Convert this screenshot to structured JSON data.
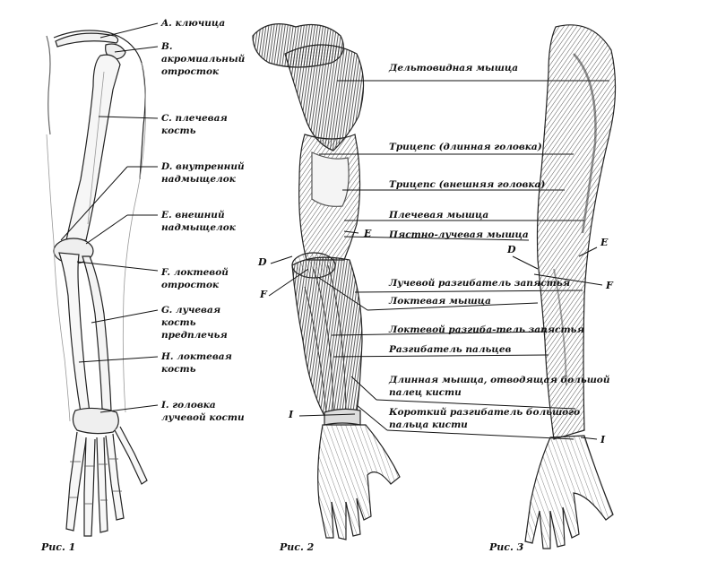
{
  "fig1": {
    "caption": "Рис. 1",
    "labels": {
      "a": "A. ключица",
      "b1": "B.",
      "b2": "акромиальный",
      "b3": "отросток",
      "c1": "C. плечевая",
      "c2": "кость",
      "d1": "D. внутренний",
      "d2": "надмыщелок",
      "e1": "E. внешний",
      "e2": "надмыщелок",
      "f1": "F. локтевой",
      "f2": "отросток",
      "g1": "G. лучевая",
      "g2": "кость",
      "g3": "предплечья",
      "h1": "H. локтевая",
      "h2": "кость",
      "i1": "I. головка",
      "i2": "лучевой кости"
    }
  },
  "fig2": {
    "caption": "Рис. 2",
    "letters": {
      "d": "D",
      "e": "E",
      "f": "F",
      "i": "I"
    },
    "labels": {
      "deltoid": "Дельтовидная мышца",
      "triceps_long": "Трицепс (длинная головка)",
      "triceps_lateral": "Трицепс (внешняя головка)",
      "brachialis": "Плечевая мышца",
      "brachioradialis": "Пястно-лучевая мышца",
      "ecr": "Лучевой разгибатель запястья",
      "anconeus": "Локтевая мышца",
      "ecu": "Локтевой разгиба-тель запястья",
      "extensor_digitorum": "Разгибатель пальцев",
      "apl1": "Длинная мышца, отводящая большой",
      "apl2": "палец кисти",
      "epb1": "Короткий разгибатель большого",
      "epb2": "пальца кисти"
    }
  },
  "fig3": {
    "caption": "Рис. 3",
    "letters": {
      "d": "D",
      "e": "E",
      "f": "F",
      "i": "I"
    }
  }
}
